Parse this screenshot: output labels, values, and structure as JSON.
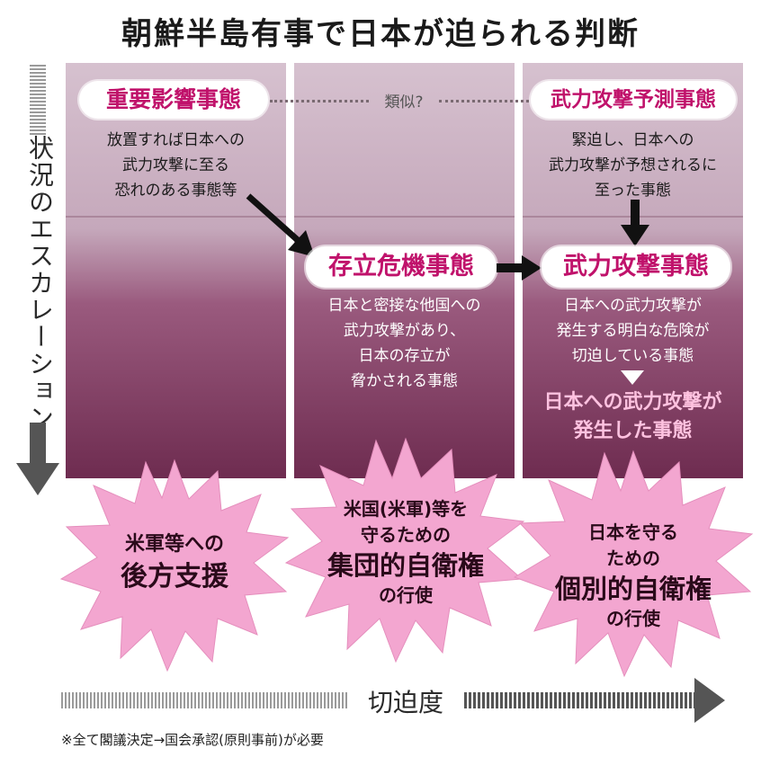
{
  "title": "朝鮮半島有事で日本が迫られる判断",
  "axis": {
    "vertical_label": "状況のエスカレーション",
    "horizontal_label": "切迫度"
  },
  "columns": [
    {
      "top_pill": "重要影響事態",
      "top_desc": [
        "放置すれば日本への",
        "武力攻撃に至る",
        "恐れのある事態等"
      ],
      "burst": [
        "米軍等への",
        "後方支援"
      ]
    },
    {
      "middle_pill": "存立危機事態",
      "middle_desc": [
        "日本と密接な他国への",
        "武力攻撃があり、",
        "日本の存立が",
        "脅かされる事態"
      ],
      "burst": [
        "米国(米軍)等を",
        "守るための",
        "集団的自衛権",
        "の行使"
      ]
    },
    {
      "top_pill": "武力攻撃予測事態",
      "top_desc": [
        "緊迫し、日本への",
        "武力攻撃が予想されるに",
        "至った事態"
      ],
      "middle_pill": "武力攻撃事態",
      "middle_desc": [
        "日本への武力攻撃が",
        "発生する明白な危険が",
        "切迫している事態"
      ],
      "after_triangle": [
        "日本への武力攻撃が",
        "発生した事態"
      ],
      "burst": [
        "日本を守る",
        "ための",
        "個別的自衛権",
        "の行使"
      ]
    }
  ],
  "similar_label": "類似?",
  "footnote": "※全て閣議決定→国会承認(原則事前)が必要",
  "colors": {
    "accent": "#c0126b",
    "burst": "#f3a6d0",
    "column_dark": "#6e2c50"
  }
}
